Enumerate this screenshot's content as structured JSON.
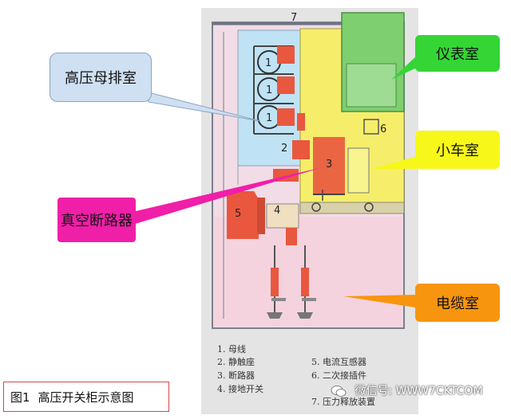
{
  "callouts": {
    "busbar_room": "高压母排室",
    "instrument_room": "仪表室",
    "trolley_room": "小车室",
    "vacuum_breaker": "真空断路器",
    "cable_room": "电缆室"
  },
  "part_numbers": {
    "n1a": "1",
    "n1b": "1",
    "n1c": "1",
    "n2": "2",
    "n3": "3",
    "n4": "4",
    "n5": "5",
    "n6": "6",
    "n7": "7"
  },
  "legend": {
    "items": [
      "1. 母线",
      "2. 静触座",
      "3. 断路器",
      "4. 接地开关",
      "5. 电流互感器",
      "6. 二次接插件",
      "7. 压力释放装置"
    ]
  },
  "caption": {
    "figure_number": "图1",
    "title": "高压开关柜示意图"
  },
  "watermark": {
    "text": "微信号: WWW7CKTCOM",
    "icon": "wechat-icon"
  },
  "colors": {
    "busbar_room": "#bfe3f4",
    "instrument_room": "#7dcf6f",
    "trolley_room": "#f6ee6a",
    "cable_room": "#f4d3df",
    "component_red": "#e9573f",
    "callout_blue": "#cfe0f2",
    "callout_green": "#35d535",
    "callout_yellow": "#f7f71a",
    "callout_magenta": "#f01fa8",
    "callout_orange": "#f8950e"
  }
}
